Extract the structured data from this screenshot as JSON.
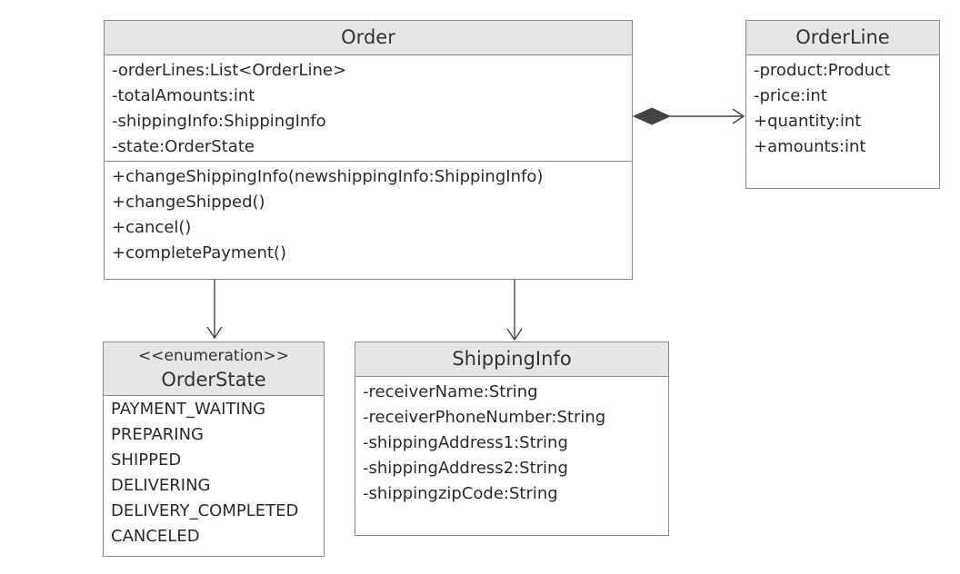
{
  "classes": {
    "order": {
      "name": "Order",
      "attributes": [
        "-orderLines:List<OrderLine>",
        "-totalAmounts:int",
        "-shippingInfo:ShippingInfo",
        "-state:OrderState"
      ],
      "operations": [
        "+changeShippingInfo(newshippingInfo:ShippingInfo)",
        "+changeShipped()",
        "+cancel()",
        "+completePayment()"
      ]
    },
    "order_line": {
      "name": "OrderLine",
      "attributes": [
        "-product:Product",
        "-price:int",
        "+quantity:int",
        "+amounts:int"
      ]
    },
    "order_state": {
      "stereotype": "<<enumeration>>",
      "name": "OrderState",
      "literals": [
        "PAYMENT_WAITING",
        "PREPARING",
        "SHIPPED",
        "DELIVERING",
        "DELIVERY_COMPLETED",
        "CANCELED"
      ]
    },
    "shipping_info": {
      "name": "ShippingInfo",
      "attributes": [
        "-receiverName:String",
        "-receiverPhoneNumber:String",
        "-shippingAddress1:String",
        "-shippingAddress2:String",
        "-shippingzipCode:String"
      ]
    }
  },
  "relationships": [
    {
      "from": "Order",
      "to": "OrderLine",
      "kind": "composition"
    },
    {
      "from": "Order",
      "to": "OrderState",
      "kind": "association"
    },
    {
      "from": "Order",
      "to": "ShippingInfo",
      "kind": "association"
    }
  ],
  "colors": {
    "header_fill": "#e6e6e6",
    "border": "#8a8a8a",
    "line": "#444444",
    "text": "#2a2a2a"
  }
}
